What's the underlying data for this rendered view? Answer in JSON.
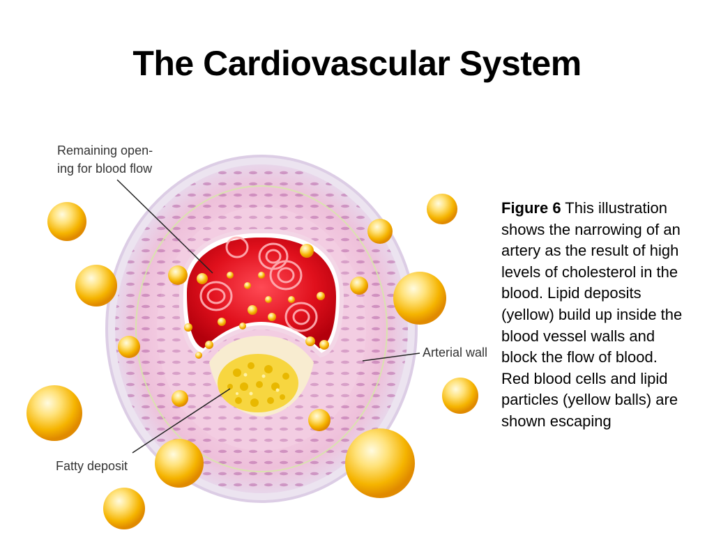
{
  "slide": {
    "title": "The Cardiovascular System"
  },
  "diagram": {
    "labels": {
      "opening_line1": "Remaining open-",
      "opening_line2": "ing for blood flow",
      "wall": "Arterial wall",
      "fatty": "Fatty deposit"
    },
    "colors": {
      "blood": "#e0101c",
      "wall": "#f2c4dc",
      "deposit": "#f7d640",
      "particle": "#f5b400"
    }
  },
  "caption": {
    "label": "Figure 6",
    "text": " This illustration shows the narrowing of an artery as the result of high levels of cholesterol in the blood. Lipid deposits (yellow) build up inside the blood vessel walls and block the flow of blood. Red blood cells and lipid particles (yellow balls) are shown escaping"
  }
}
